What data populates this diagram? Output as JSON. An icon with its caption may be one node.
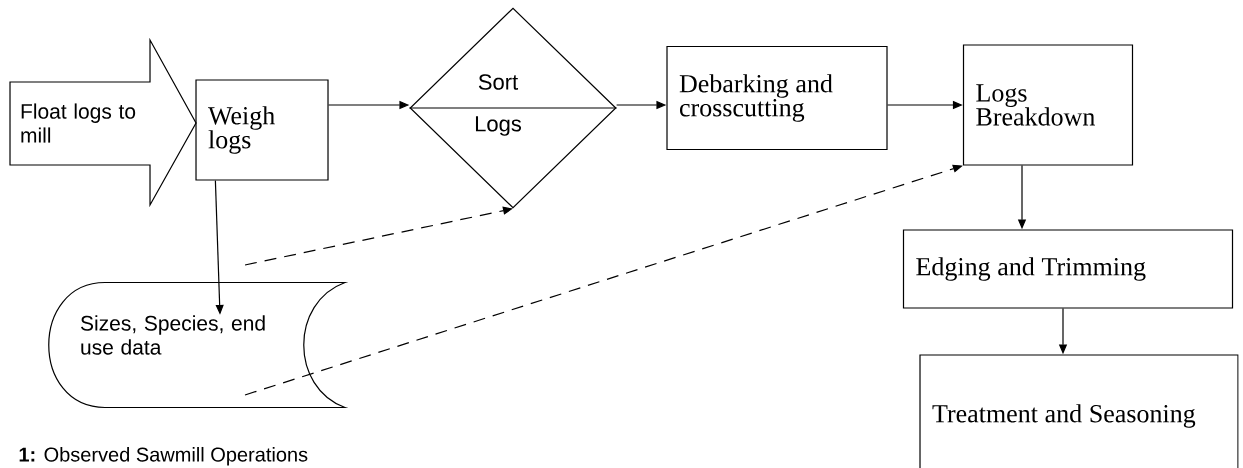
{
  "diagram": {
    "caption": "**1:** Observed Sawmill Operations",
    "nodes": [
      {
        "text": [
          "Float logs to mill"
        ]
      },
      {
        "text": [
          "Weigh logs"
        ]
      },
      {
        "text": [
          "Sort",
          "Logs"
        ]
      },
      {
        "text": [
          "Debarking and crosscutting"
        ]
      },
      {
        "text": [
          "Logs Breakdown"
        ]
      },
      {
        "text": [
          "Edging and Trimming"
        ]
      },
      {
        "text": [
          "Treatment and Seasoning"
        ]
      },
      {
        "text": [
          "Sizes, Species, end use data"
        ]
      }
    ],
    "edges": [
      {
        "from": 1,
        "to": 2,
        "arrow": "to"
      },
      {
        "from": 2,
        "to": 3,
        "arrow": "to"
      },
      {
        "from": 3,
        "to": 4,
        "arrow": "to"
      },
      {
        "from": 4,
        "to": 5,
        "arrow": "to"
      },
      {
        "from": 5,
        "to": 6,
        "arrow": "to"
      },
      {
        "from": 1,
        "to": 7,
        "arrow": "to"
      },
      {
        "from": 7,
        "to": 2,
        "arrow": "to",
        "style": "dashed"
      },
      {
        "from": 7,
        "to": 4,
        "arrow": "to",
        "style": "dashed"
      }
    ]
  }
}
